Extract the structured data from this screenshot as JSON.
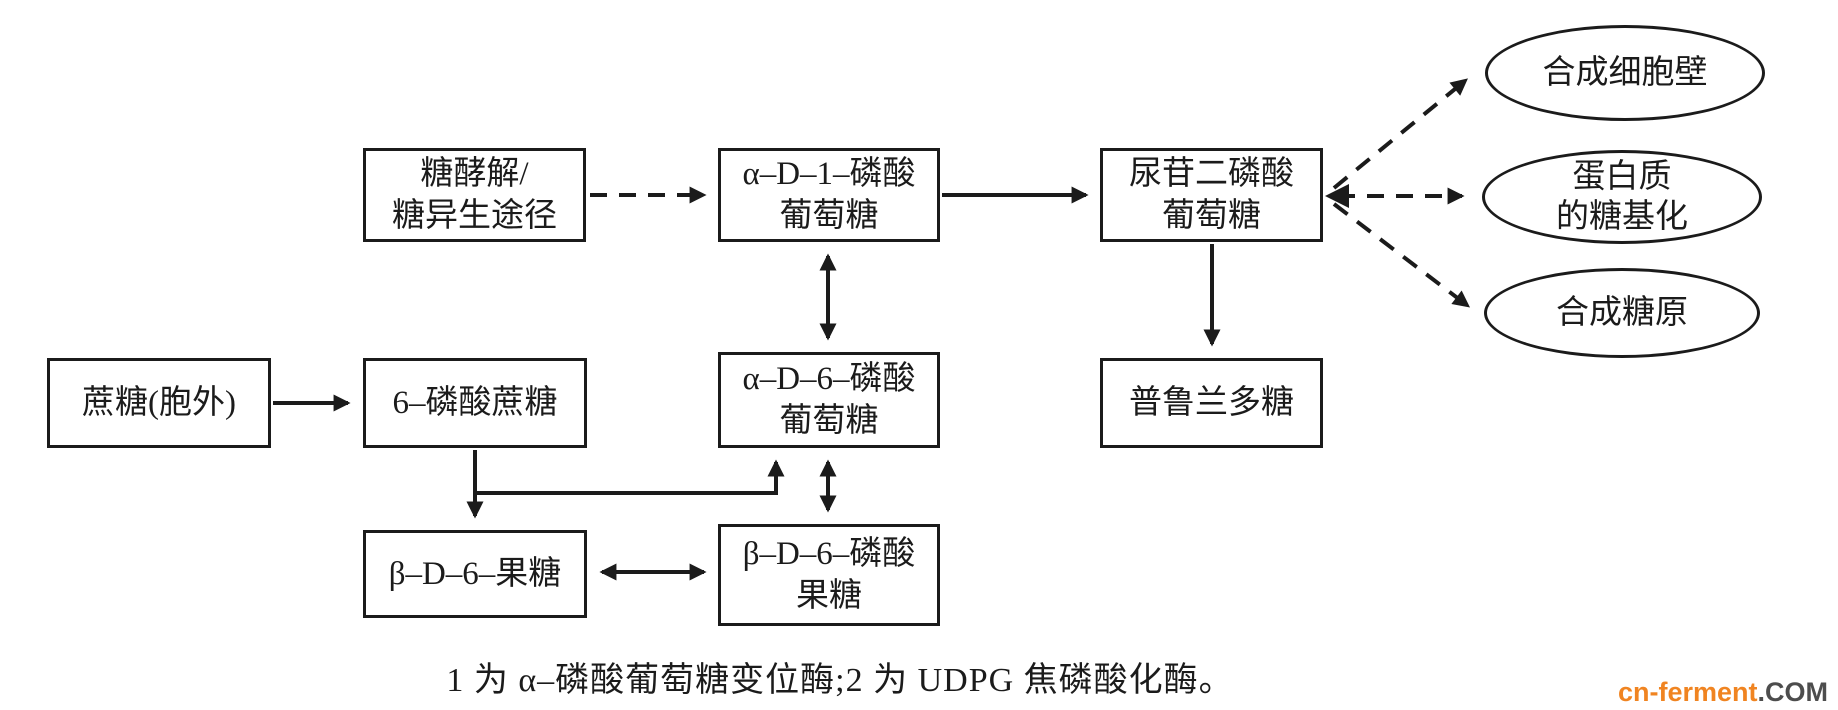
{
  "diagram": {
    "title_hint": "pullulan biosynthesis pathway flowchart",
    "nodes": {
      "glycolysis": {
        "line1": "糖酵解/",
        "line2": "糖异生途径"
      },
      "g1p": {
        "line1": "α–D–1–磷酸",
        "line2": "葡萄糖"
      },
      "udpg": {
        "line1": "尿苷二磷酸",
        "line2": "葡萄糖"
      },
      "sucrose_ext": {
        "label": "蔗糖(胞外)"
      },
      "sucrose6p": {
        "label": "6–磷酸蔗糖"
      },
      "g6p": {
        "line1": "α–D–6–磷酸",
        "line2": "葡萄糖"
      },
      "pullulan": {
        "label": "普鲁兰多糖"
      },
      "fructose6": {
        "label": "β–D–6–果糖"
      },
      "f6p": {
        "line1": "β–D–6–磷酸",
        "line2": "果糖"
      }
    },
    "ellipses": {
      "cell_wall": {
        "label": "合成细胞壁"
      },
      "glycosylation": {
        "line1": "蛋白质",
        "line2": "的糖基化"
      },
      "glycogen": {
        "label": "合成糖原"
      }
    },
    "edges": [
      {
        "from": "糖酵解/糖异生途径",
        "to": "α–D–1–磷酸葡萄糖",
        "style": "dashed",
        "direction": "forward"
      },
      {
        "from": "α–D–1–磷酸葡萄糖",
        "to": "尿苷二磷酸葡萄糖",
        "style": "solid",
        "direction": "forward"
      },
      {
        "from": "α–D–1–磷酸葡萄糖",
        "to": "α–D–6–磷酸葡萄糖",
        "style": "solid",
        "direction": "both"
      },
      {
        "from": "尿苷二磷酸葡萄糖",
        "to": "普鲁兰多糖",
        "style": "solid",
        "direction": "forward"
      },
      {
        "from": "尿苷二磷酸葡萄糖",
        "to": "合成细胞壁",
        "style": "dashed",
        "direction": "both"
      },
      {
        "from": "尿苷二磷酸葡萄糖",
        "to": "蛋白质的糖基化",
        "style": "dashed",
        "direction": "both"
      },
      {
        "from": "尿苷二磷酸葡萄糖",
        "to": "合成糖原",
        "style": "dashed",
        "direction": "both"
      },
      {
        "from": "蔗糖(胞外)",
        "to": "6–磷酸蔗糖",
        "style": "solid",
        "direction": "forward"
      },
      {
        "from": "6–磷酸蔗糖",
        "to": "β–D–6–果糖",
        "style": "solid",
        "direction": "forward"
      },
      {
        "from": "6–磷酸蔗糖",
        "to": "α–D–6–磷酸葡萄糖",
        "style": "solid",
        "direction": "forward"
      },
      {
        "from": "β–D–6–果糖",
        "to": "β–D–6–磷酸果糖",
        "style": "solid",
        "direction": "both"
      },
      {
        "from": "α–D–6–磷酸葡萄糖",
        "to": "β–D–6–磷酸果糖",
        "style": "solid",
        "direction": "both"
      }
    ],
    "caption": "1 为 α–磷酸葡萄糖变位酶;2 为 UDPG 焦磷酸化酶。",
    "watermark": {
      "brand": "cn-ferment",
      "tld": ".COM",
      "brand_color": "#f08421",
      "tld_color": "#4d4d4d"
    },
    "colors": {
      "line": "#1b1b1b",
      "background": "#ffffff"
    }
  }
}
